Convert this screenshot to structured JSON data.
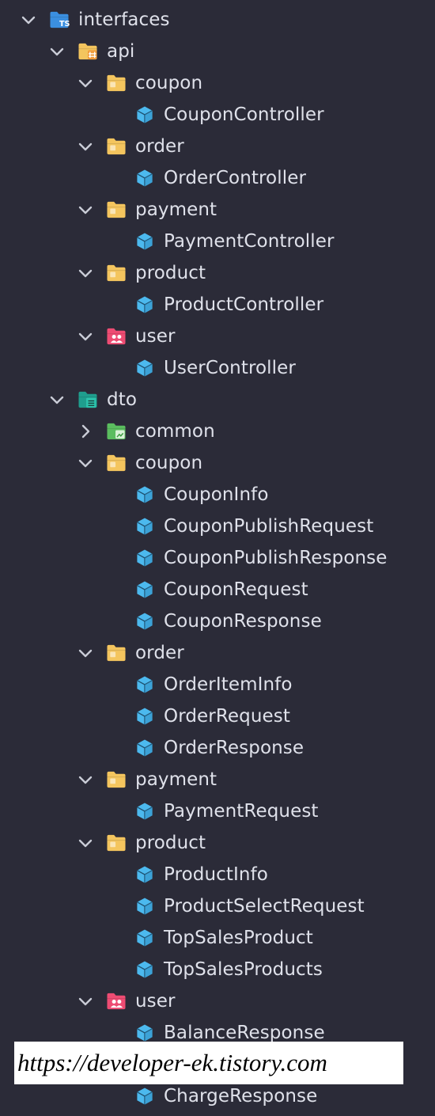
{
  "tree": [
    {
      "depth": 0,
      "type": "folder",
      "icon": "ts-folder-icon",
      "expanded": true,
      "label": "interfaces"
    },
    {
      "depth": 1,
      "type": "folder",
      "icon": "api-folder-icon",
      "expanded": true,
      "label": "api"
    },
    {
      "depth": 2,
      "type": "folder",
      "icon": "folder-icon",
      "expanded": true,
      "label": "coupon"
    },
    {
      "depth": 3,
      "type": "file",
      "icon": "class-file-icon",
      "label": "CouponController"
    },
    {
      "depth": 2,
      "type": "folder",
      "icon": "folder-icon",
      "expanded": true,
      "label": "order"
    },
    {
      "depth": 3,
      "type": "file",
      "icon": "class-file-icon",
      "label": "OrderController"
    },
    {
      "depth": 2,
      "type": "folder",
      "icon": "folder-icon",
      "expanded": true,
      "label": "payment"
    },
    {
      "depth": 3,
      "type": "file",
      "icon": "class-file-icon",
      "label": "PaymentController"
    },
    {
      "depth": 2,
      "type": "folder",
      "icon": "folder-icon",
      "expanded": true,
      "label": "product"
    },
    {
      "depth": 3,
      "type": "file",
      "icon": "class-file-icon",
      "label": "ProductController"
    },
    {
      "depth": 2,
      "type": "folder",
      "icon": "user-folder-icon",
      "expanded": true,
      "label": "user"
    },
    {
      "depth": 3,
      "type": "file",
      "icon": "class-file-icon",
      "label": "UserController"
    },
    {
      "depth": 1,
      "type": "folder",
      "icon": "dto-folder-icon",
      "expanded": true,
      "label": "dto"
    },
    {
      "depth": 2,
      "type": "folder",
      "icon": "common-folder-icon",
      "expanded": false,
      "label": "common"
    },
    {
      "depth": 2,
      "type": "folder",
      "icon": "folder-icon",
      "expanded": true,
      "label": "coupon"
    },
    {
      "depth": 3,
      "type": "file",
      "icon": "class-file-icon",
      "label": "CouponInfo"
    },
    {
      "depth": 3,
      "type": "file",
      "icon": "class-file-icon",
      "label": "CouponPublishRequest"
    },
    {
      "depth": 3,
      "type": "file",
      "icon": "class-file-icon",
      "label": "CouponPublishResponse"
    },
    {
      "depth": 3,
      "type": "file",
      "icon": "class-file-icon",
      "label": "CouponRequest"
    },
    {
      "depth": 3,
      "type": "file",
      "icon": "class-file-icon",
      "label": "CouponResponse"
    },
    {
      "depth": 2,
      "type": "folder",
      "icon": "folder-icon",
      "expanded": true,
      "label": "order"
    },
    {
      "depth": 3,
      "type": "file",
      "icon": "class-file-icon",
      "label": "OrderItemInfo"
    },
    {
      "depth": 3,
      "type": "file",
      "icon": "class-file-icon",
      "label": "OrderRequest"
    },
    {
      "depth": 3,
      "type": "file",
      "icon": "class-file-icon",
      "label": "OrderResponse"
    },
    {
      "depth": 2,
      "type": "folder",
      "icon": "folder-icon",
      "expanded": true,
      "label": "payment"
    },
    {
      "depth": 3,
      "type": "file",
      "icon": "class-file-icon",
      "label": "PaymentRequest"
    },
    {
      "depth": 2,
      "type": "folder",
      "icon": "folder-icon",
      "expanded": true,
      "label": "product"
    },
    {
      "depth": 3,
      "type": "file",
      "icon": "class-file-icon",
      "label": "ProductInfo"
    },
    {
      "depth": 3,
      "type": "file",
      "icon": "class-file-icon",
      "label": "ProductSelectRequest"
    },
    {
      "depth": 3,
      "type": "file",
      "icon": "class-file-icon",
      "label": "TopSalesProduct"
    },
    {
      "depth": 3,
      "type": "file",
      "icon": "class-file-icon",
      "label": "TopSalesProducts"
    },
    {
      "depth": 2,
      "type": "folder",
      "icon": "user-folder-icon",
      "expanded": true,
      "label": "user"
    },
    {
      "depth": 3,
      "type": "file",
      "icon": "class-file-icon",
      "label": "BalanceResponse"
    },
    {
      "depth": 3,
      "type": "file",
      "icon": "class-file-icon",
      "label": ""
    },
    {
      "depth": 3,
      "type": "file",
      "icon": "class-file-icon",
      "label": "ChargeResponse"
    }
  ],
  "watermark": {
    "text": "https://developer-ek.tistory.com"
  },
  "colors": {
    "background": "#2b2b38",
    "text": "#dfe1ea",
    "chevron": "#c9ccd6",
    "folder": "#f4c55e",
    "ts_folder": "#3b8fe0",
    "user_folder": "#ee4c73",
    "dto_folder": "#1f9e8e",
    "common_folder": "#5bbd5f",
    "class_cube": "#4cb9ee"
  }
}
